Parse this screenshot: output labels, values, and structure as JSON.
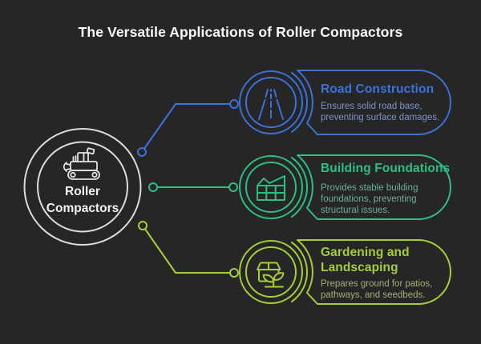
{
  "title": "The Versatile Applications of Roller Compactors",
  "colors": {
    "background": "#262626",
    "title_text": "#FAFAFA",
    "hub_ring": "#DCDCDC",
    "hub_text": "#F2F2F2",
    "road_accent": "#3B71D9",
    "road_desc_text": "#7E93C9",
    "building_accent": "#2EBE82",
    "building_desc_text": "#6FAE92",
    "gardening_accent": "#A6CE39",
    "gardening_desc_text": "#A3AD76"
  },
  "hub": {
    "icon": "roller-compactor-icon",
    "label_lines": [
      "Roller",
      "Compactors"
    ]
  },
  "cards": [
    {
      "id": "road-construction",
      "icon": "road-icon",
      "accent": "#3B71D9",
      "title": "Road Construction",
      "title_lines": [
        "Road Construction"
      ],
      "description": "Ensures solid road base, preventing surface damages.",
      "desc_lines": [
        "Ensures solid road base,",
        "preventing surface damages."
      ]
    },
    {
      "id": "building-foundations",
      "icon": "building-foundation-grid-icon",
      "accent": "#2EBE82",
      "title": "Building Foundations",
      "title_lines": [
        "Building Foundations"
      ],
      "description": "Provides stable building foundations, preventing structural issues.",
      "desc_lines": [
        "Provides stable building",
        "foundations, preventing",
        "structural issues."
      ]
    },
    {
      "id": "gardening-landscaping",
      "icon": "seed-box-sprout-icon",
      "accent": "#A6CE39",
      "title": "Gardening and Landscaping",
      "title_lines": [
        "Gardening and",
        "Landscaping"
      ],
      "description": "Prepares ground for patios, pathways, and seedbeds.",
      "desc_lines": [
        "Prepares ground for patios,",
        "pathways, and seedbeds."
      ]
    }
  ]
}
